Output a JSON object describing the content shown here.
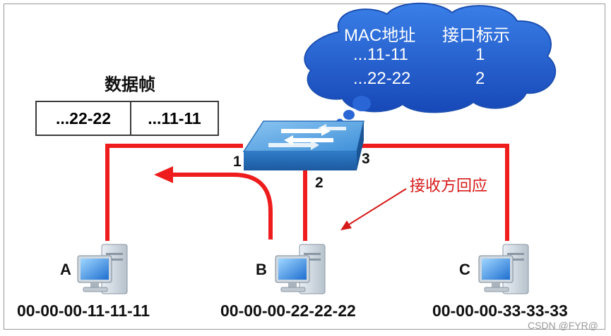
{
  "frame": {
    "title": "数据帧",
    "cells": [
      "...22-22",
      "...11-11"
    ]
  },
  "mac_table": {
    "headers": [
      "MAC地址",
      "接口标示"
    ],
    "rows": [
      {
        "mac": "...11-11",
        "port": "1"
      },
      {
        "mac": "...22-22",
        "port": "2"
      }
    ]
  },
  "switch": {
    "ports": [
      "1",
      "2",
      "3"
    ],
    "icon": "network-switch-icon"
  },
  "hosts": [
    {
      "name": "A",
      "mac": "00-00-00-11-11-11",
      "icon": "computer-icon"
    },
    {
      "name": "B",
      "mac": "00-00-00-22-22-22",
      "icon": "computer-icon"
    },
    {
      "name": "C",
      "mac": "00-00-00-33-33-33",
      "icon": "computer-icon"
    }
  ],
  "annotation": "接收方回应",
  "watermark": "CSDN @FYR@",
  "colors": {
    "link": "#ee1c1c",
    "cloud": "#1f62d6",
    "switch": "#3e8fd8",
    "annotation": "#d61a1a"
  }
}
